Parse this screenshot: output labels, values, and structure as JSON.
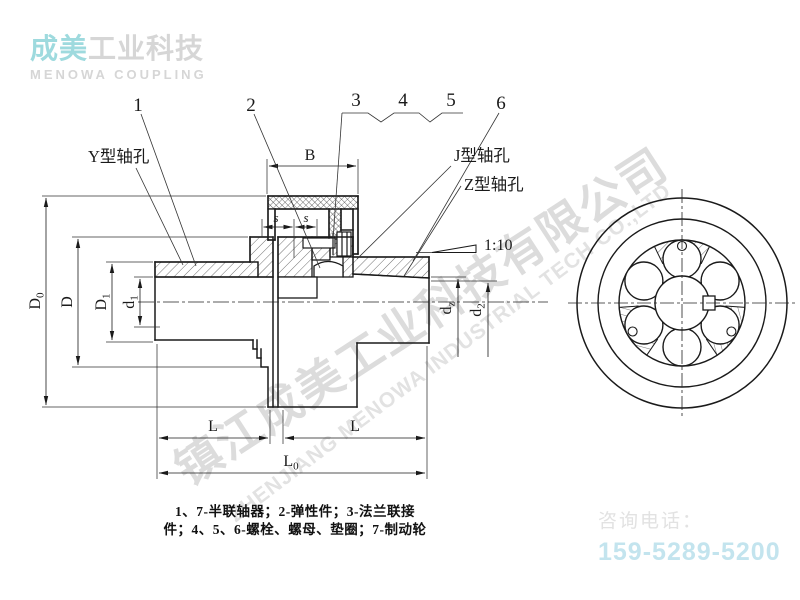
{
  "logo": {
    "brand_cn_primary": "成美",
    "brand_cn_secondary": "工业科技",
    "brand_en": "MENOWA COUPLING"
  },
  "watermark": {
    "cn": "镇江成美工业科技有限公司",
    "en": "ZHENJIANG MENOWA INDUSTRIAL TECH CO.,LTD"
  },
  "callouts": {
    "c1": "1",
    "c2": "2",
    "c3": "3",
    "c4": "4",
    "c5": "5",
    "c6": "6"
  },
  "labels": {
    "bore_y": "Y型轴孔",
    "bore_j": "J型轴孔",
    "bore_z": "Z型轴孔",
    "taper_ratio": "1:10",
    "s_left": "s",
    "s_right": "s",
    "width_b": "B"
  },
  "dims": {
    "D0": {
      "main": "D",
      "sub": "0"
    },
    "D": {
      "main": "D",
      "sub": ""
    },
    "D1": {
      "main": "D",
      "sub": "1"
    },
    "d1": {
      "main": "d",
      "sub": "1"
    },
    "dz": {
      "main": "d",
      "sub": "z"
    },
    "d2": {
      "main": "d",
      "sub": "2"
    },
    "L_left": "L",
    "L_right": "L",
    "L0": {
      "main": "L",
      "sub": "0"
    }
  },
  "notes": {
    "line1": "1、7-半联轴器；2-弹性件；3-法兰联接",
    "line2": "件；4、5、6-螺栓、螺母、垫圈；7-制动轮"
  },
  "contact": {
    "label": "咨询电话：",
    "phone": "159-5289-5200"
  },
  "colors": {
    "brand_cyan": "#9edade",
    "muted_gray": "#d6d6d6",
    "phone_blue": "#c3e4ee",
    "watermark_gray": "#dcdcdc",
    "line_black": "#1a1a1a"
  }
}
